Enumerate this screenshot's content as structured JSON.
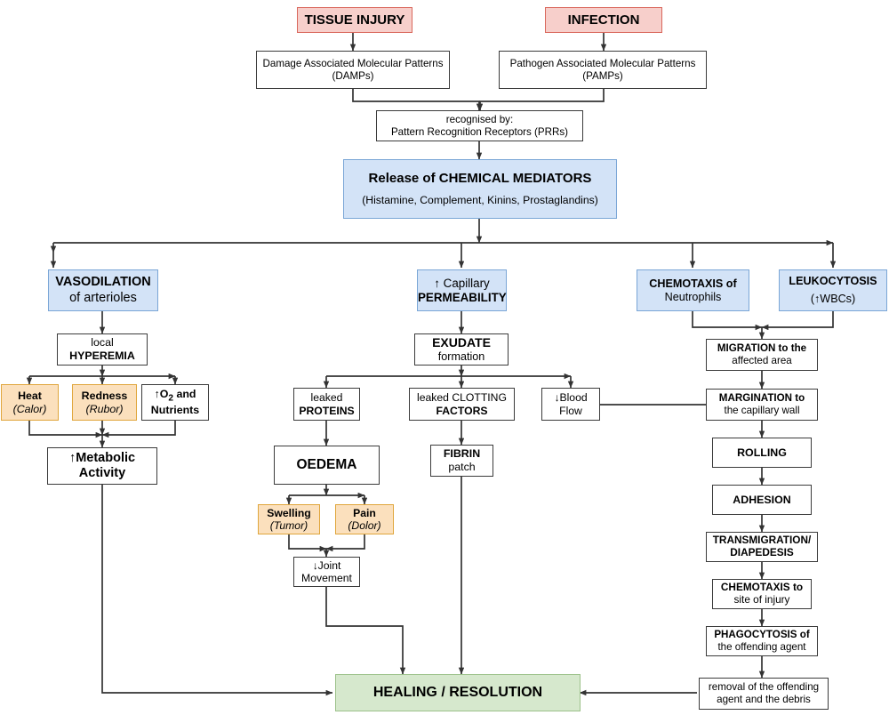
{
  "diagram": {
    "title": "Inflammation pathway flowchart",
    "colors": {
      "pink_fill": "#f7cfcb",
      "pink_border": "#d9675c",
      "blue_fill": "#d3e3f7",
      "blue_border": "#7aa6d6",
      "orange_fill": "#fbe0bd",
      "orange_border": "#e0a63c",
      "green_fill": "#d6e8cd",
      "green_border": "#9cc18a",
      "plain_border": "#3b3b3b",
      "edge": "#333333"
    }
  },
  "nodes": {
    "tissue_injury": {
      "l1": "TISSUE INJURY"
    },
    "infection": {
      "l1": "INFECTION"
    },
    "damps": {
      "l1": "Damage Associated Molecular Patterns",
      "l2": "(DAMPs)"
    },
    "pamps": {
      "l1": "Pathogen Associated Molecular Patterns",
      "l2": "(PAMPs)"
    },
    "prrs": {
      "l1": "recognised by:",
      "l2": "Pattern Recognition Receptors (PRRs)"
    },
    "mediators": {
      "l1": "Release of CHEMICAL MEDIATORS",
      "l2": "(Histamine, Complement, Kinins, Prostaglandins)"
    },
    "vasodilation": {
      "l1": "VASODILATION",
      "l2": "of arterioles"
    },
    "permeability": {
      "l1": "↑ Capillary",
      "l2": "PERMEABILITY"
    },
    "chemotaxis_neut": {
      "l1": "CHEMOTAXIS of",
      "l2": "Neutrophils"
    },
    "leukocytosis": {
      "l1": "LEUKOCYTOSIS",
      "l2": "(↑WBCs)"
    },
    "hyperemia": {
      "l1": "local",
      "l2": "HYPEREMIA"
    },
    "exudate": {
      "l1": "EXUDATE",
      "l2": "formation"
    },
    "migration": {
      "l1": "MIGRATION to the",
      "l2": "affected area"
    },
    "heat": {
      "l1": "Heat",
      "l2": "(Calor)"
    },
    "redness": {
      "l1": "Redness",
      "l2": "(Rubor)"
    },
    "o2_nutrients": {
      "l1": "↑O2 and",
      "l2": "Nutrients"
    },
    "leaked_proteins": {
      "l1": "leaked",
      "l2": "PROTEINS"
    },
    "clotting": {
      "l1": "leaked CLOTTING",
      "l2": "FACTORS"
    },
    "blood_flow": {
      "l1": "↓Blood",
      "l2": "Flow"
    },
    "margination": {
      "l1": "MARGINATION to",
      "l2": "the capillary wall"
    },
    "metabolic": {
      "l1": "↑Metabolic",
      "l2": "Activity"
    },
    "oedema": {
      "l1": "OEDEMA"
    },
    "fibrin": {
      "l1": "FIBRIN",
      "l2": "patch"
    },
    "rolling": {
      "l1": "ROLLING"
    },
    "swelling": {
      "l1": "Swelling",
      "l2": "(Tumor)"
    },
    "pain": {
      "l1": "Pain",
      "l2": "(Dolor)"
    },
    "adhesion": {
      "l1": "ADHESION"
    },
    "joint_movement": {
      "l1": "↓Joint",
      "l2": "Movement"
    },
    "transmigration": {
      "l1": "TRANSMIGRATION/",
      "l2": "DIAPEDESIS"
    },
    "chemotaxis_site": {
      "l1": "CHEMOTAXIS to",
      "l2": "site of injury"
    },
    "phagocytosis": {
      "l1": "PHAGOCYTOSIS of",
      "l2": "the offending agent"
    },
    "healing": {
      "l1": "HEALING / RESOLUTION"
    },
    "removal": {
      "l1": "removal of the offending",
      "l2": "agent and the debris"
    }
  }
}
